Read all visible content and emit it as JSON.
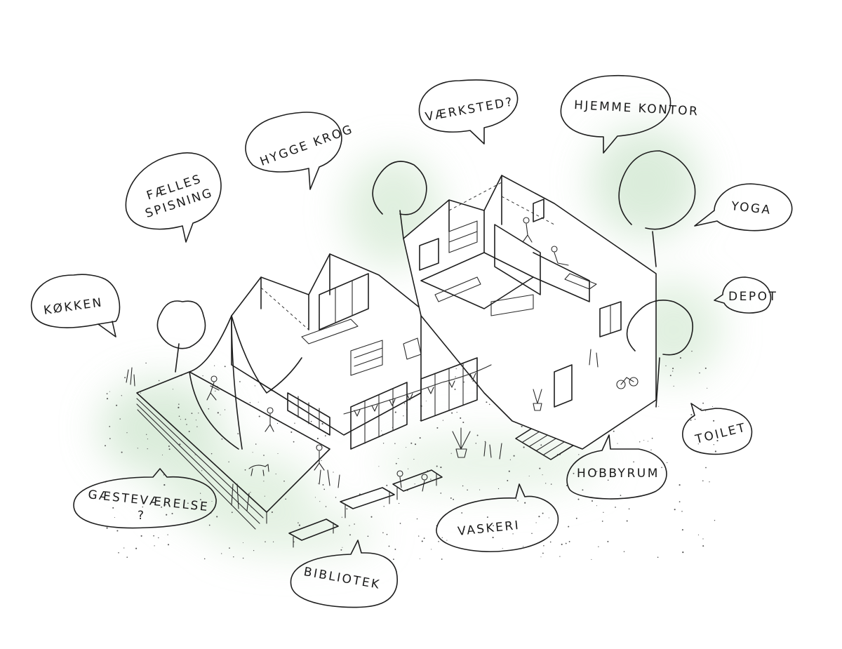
{
  "colors": {
    "ink": "#1e1e1e",
    "background": "#ffffff",
    "wash": "#cfe6cf"
  },
  "bubbles": {
    "kokken": "KØKKEN",
    "faelles_spisning_1": "FÆLLES",
    "faelles_spisning_2": "SPISNING",
    "hygge_krog": "HYGGE KROG",
    "vaerksted": "VÆRKSTED?",
    "hjemme_kontor": "HJEMME KONTOR",
    "yoga": "YOGA",
    "depot": "DEPOT",
    "toilet": "TOILET",
    "hobbyrum": "HOBBYRUM",
    "vaskeri": "VASKERI",
    "bibliotek": "BIBLIOTEK",
    "gaestevaerelse_1": "GÆSTEVÆRELSE",
    "gaestevaerelse_2": "?"
  },
  "icons": {
    "building": "axonometric-house-drawing",
    "trees": "tree-icon",
    "people": "person-icon",
    "plant": "potted-plant-icon",
    "bench": "picnic-bench-icon",
    "dog": "dog-icon",
    "bicycle": "bicycle-icon"
  }
}
